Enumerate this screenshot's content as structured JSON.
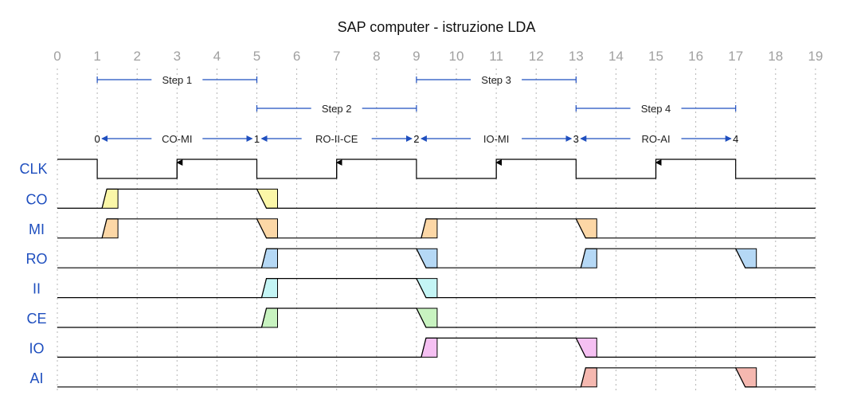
{
  "title": "SAP computer - istruzione LDA",
  "ticks": [
    "0",
    "1",
    "2",
    "3",
    "4",
    "5",
    "6",
    "7",
    "8",
    "9",
    "10",
    "11",
    "12",
    "13",
    "14",
    "15",
    "16",
    "17",
    "18",
    "19"
  ],
  "steps": [
    {
      "label": "Step 1",
      "from": 1,
      "to": 5,
      "row": 0
    },
    {
      "label": "Step 2",
      "from": 5,
      "to": 9,
      "row": 1
    },
    {
      "label": "Step 3",
      "from": 9,
      "to": 13,
      "row": 0
    },
    {
      "label": "Step 4",
      "from": 13,
      "to": 17,
      "row": 1
    }
  ],
  "phases": [
    {
      "label": "CO-MI",
      "from": 1,
      "to": 5
    },
    {
      "label": "RO-II-CE",
      "from": 5,
      "to": 9
    },
    {
      "label": "IO-MI",
      "from": 9,
      "to": 13
    },
    {
      "label": "RO-AI",
      "from": 13,
      "to": 17
    }
  ],
  "phase_points": [
    {
      "label": "0",
      "t": 1
    },
    {
      "label": "1",
      "t": 5
    },
    {
      "label": "2",
      "t": 9
    },
    {
      "label": "3",
      "t": 13
    },
    {
      "label": "4",
      "t": 17
    }
  ],
  "colors": {
    "signal_label": "#1f4fbf",
    "arrow": "#1f4fbf",
    "grid": "#b5b5b5",
    "wave": "#000000"
  },
  "clock": {
    "name": "CLK",
    "edges": [
      {
        "t": 1,
        "level": 0
      },
      {
        "t": 3,
        "level": 1,
        "rising_arrow": true
      },
      {
        "t": 5,
        "level": 0
      },
      {
        "t": 7,
        "level": 1,
        "rising_arrow": true
      },
      {
        "t": 9,
        "level": 0
      },
      {
        "t": 11,
        "level": 1,
        "rising_arrow": true
      },
      {
        "t": 13,
        "level": 0
      },
      {
        "t": 15,
        "level": 1,
        "rising_arrow": true
      },
      {
        "t": 17,
        "level": 0
      }
    ],
    "initial": 1
  },
  "signals": [
    {
      "name": "CO",
      "color": "#fbf7a8",
      "transitions": [
        {
          "t": 1,
          "dir": "rise"
        },
        {
          "t": 5,
          "dir": "fall"
        }
      ]
    },
    {
      "name": "MI",
      "color": "#fcd7a6",
      "transitions": [
        {
          "t": 1,
          "dir": "rise"
        },
        {
          "t": 5,
          "dir": "fall"
        },
        {
          "t": 9,
          "dir": "rise"
        },
        {
          "t": 13,
          "dir": "fall"
        }
      ]
    },
    {
      "name": "RO",
      "color": "#b5d8f5",
      "transitions": [
        {
          "t": 5,
          "dir": "rise"
        },
        {
          "t": 9,
          "dir": "fall"
        },
        {
          "t": 13,
          "dir": "rise"
        },
        {
          "t": 17,
          "dir": "fall"
        }
      ]
    },
    {
      "name": "II",
      "color": "#c4f5f5",
      "transitions": [
        {
          "t": 5,
          "dir": "rise"
        },
        {
          "t": 9,
          "dir": "fall"
        }
      ]
    },
    {
      "name": "CE",
      "color": "#c8f3c0",
      "transitions": [
        {
          "t": 5,
          "dir": "rise"
        },
        {
          "t": 9,
          "dir": "fall"
        }
      ]
    },
    {
      "name": "IO",
      "color": "#f5c0f2",
      "transitions": [
        {
          "t": 9,
          "dir": "rise"
        },
        {
          "t": 13,
          "dir": "fall"
        }
      ]
    },
    {
      "name": "AI",
      "color": "#f5b8b0",
      "transitions": [
        {
          "t": 13,
          "dir": "rise"
        },
        {
          "t": 17,
          "dir": "fall"
        }
      ]
    }
  ]
}
